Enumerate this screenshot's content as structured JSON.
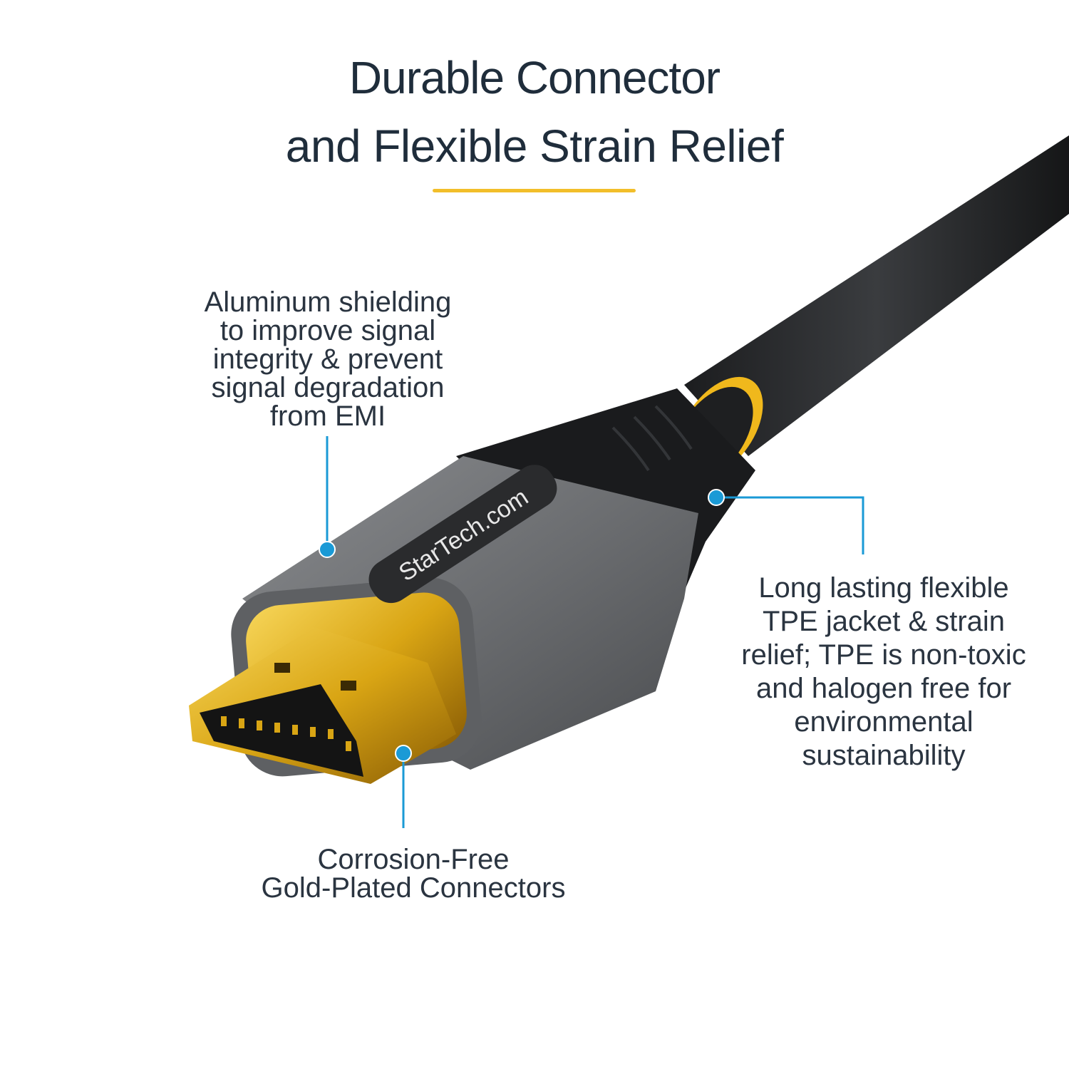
{
  "header": {
    "title": "Durable Connector",
    "subtitle": "and Flexible Strain Relief"
  },
  "callouts": {
    "aluminum": "Aluminum shielding\nto improve signal\nintegrity & prevent\nsignal degradation\nfrom EMI",
    "tpe": "Long lasting flexible\nTPE jacket & strain\nrelief; TPE is non-toxic\nand halogen free for\nenvironmental\nsustainability",
    "gold": "Corrosion-Free\nGold-Plated Connectors"
  },
  "product": {
    "brand_logo": "StarTech.com"
  },
  "colors": {
    "accent_yellow": "#f2be2a",
    "callout_blue": "#1a9ad6",
    "title_text": "#1f2d3b"
  }
}
